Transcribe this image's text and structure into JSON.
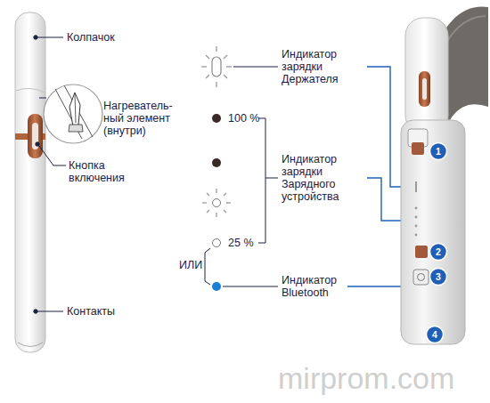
{
  "diagram": {
    "labels": [
      "Колпачок",
      "Нагреватель- ный элемент (внутри)",
      "Кнопка включения",
      "Контакты",
      "Индикатор зарядки Держателя",
      "100 %",
      "Индикатор зарядки Зарядного устройства",
      "25 %",
      "ИЛИ",
      "Индикатор Bluetooth",
      "1",
      "2",
      "3",
      "4",
      "mirprom.com"
    ]
  }
}
